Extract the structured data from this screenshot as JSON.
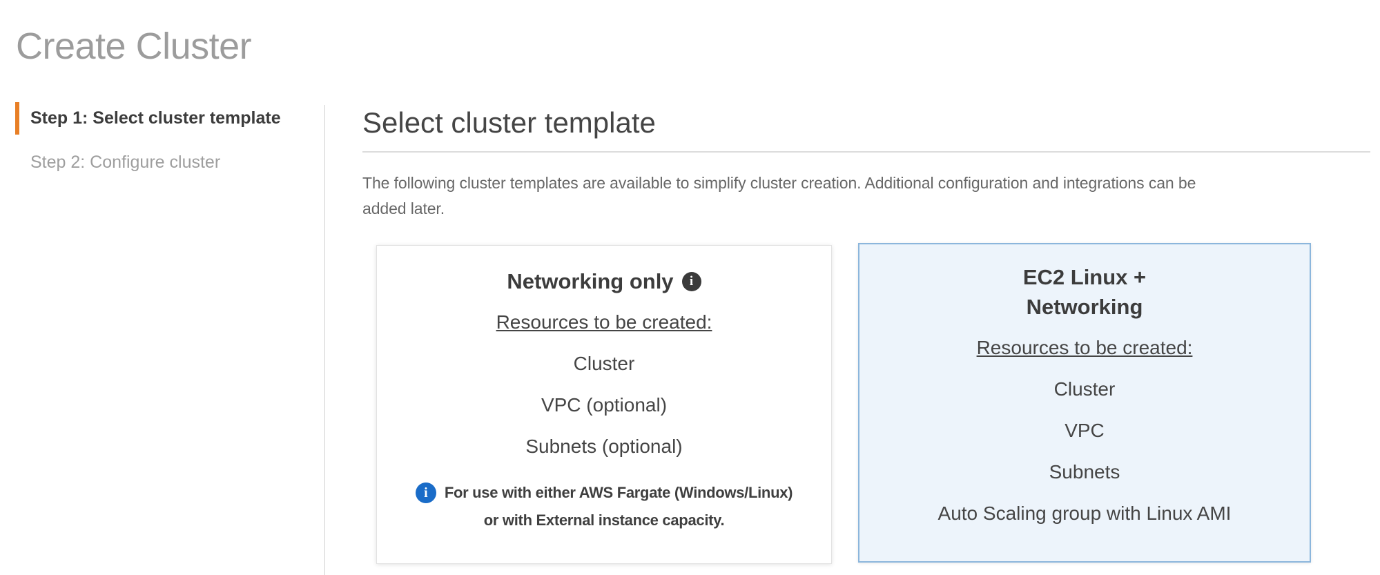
{
  "page": {
    "title": "Create Cluster"
  },
  "steps": {
    "step1": {
      "label": "Step 1: Select cluster template",
      "state": "active"
    },
    "step2": {
      "label": "Step 2: Configure cluster",
      "state": "upcoming"
    }
  },
  "content": {
    "heading": "Select cluster template",
    "description_line1": "The following cluster templates are available to simplify cluster creation. Additional configuration and integrations can be",
    "description_line2": "added later.",
    "cards": {
      "networking_only": {
        "title": "Networking only",
        "resources_heading": "Resources to be created:",
        "resources": [
          "Cluster",
          "VPC (optional)",
          "Subnets (optional)"
        ],
        "note_line1": "For use with either AWS Fargate (Windows/Linux)",
        "note_line2": "or with External instance capacity.",
        "selected": false
      },
      "ec2_linux_networking": {
        "title_line1": "EC2 Linux +",
        "title_line2": "Networking",
        "resources_heading": "Resources to be created:",
        "resources": [
          "Cluster",
          "VPC",
          "Subnets",
          "Auto Scaling group with Linux AMI"
        ],
        "selected": true
      }
    }
  },
  "icons": {
    "info_glyph": "i"
  },
  "colors": {
    "step_accent_orange": "#e87f26",
    "selected_card_bg": "#edf4fb",
    "selected_card_border": "#8cb6dc",
    "info_blue": "#1a6cc8",
    "info_dark": "#3a3a3a"
  }
}
